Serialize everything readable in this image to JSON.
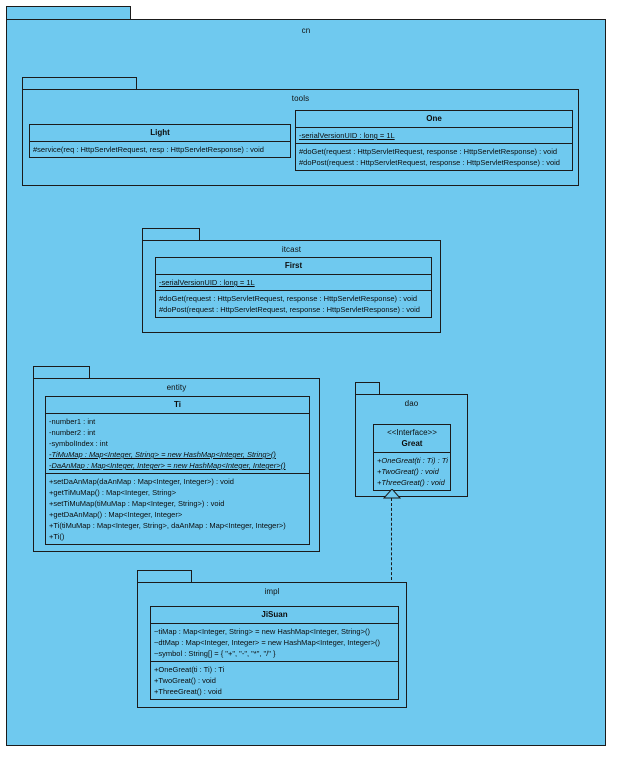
{
  "diagram": {
    "type": "uml-class-diagram",
    "background_color": "#6fc9ef",
    "line_color": "#1b1b1b",
    "page_background": "#ffffff"
  },
  "packages": {
    "cn": {
      "label": "cn"
    },
    "tools": {
      "label": "tools"
    },
    "itcast": {
      "label": "itcast"
    },
    "entity": {
      "label": "entity"
    },
    "dao": {
      "label": "dao"
    },
    "impl": {
      "label": "impl"
    }
  },
  "classes": {
    "light": {
      "name": "Light",
      "attributes": [],
      "operations": [
        "#service(req : HttpServletRequest, resp : HttpServletResponse) : void"
      ]
    },
    "one": {
      "name": "One",
      "attributes": [
        "-serialVersionUID : long = 1L"
      ],
      "operations": [
        "#doGet(request : HttpServletRequest, response : HttpServletResponse) : void",
        "#doPost(request : HttpServletRequest, response : HttpServletResponse) : void"
      ]
    },
    "first": {
      "name": "First",
      "attributes": [
        "-serialVersionUID : long = 1L"
      ],
      "operations": [
        "#doGet(request : HttpServletRequest, response : HttpServletResponse) : void",
        "#doPost(request : HttpServletRequest, response : HttpServletResponse) : void"
      ]
    },
    "ti": {
      "name": "Ti",
      "attributes": [
        "-number1 : int",
        "-number2 : int",
        "-symbolIndex : int",
        "-TiMuMap : Map<Integer, String> = new HashMap<Integer, String>()",
        "-DaAnMap : Map<Integer, Integer> = new HashMap<Integer, Integer>()"
      ],
      "operations": [
        "+setDaAnMap(daAnMap : Map<Integer, Integer>) : void",
        "+getTiMuMap() : Map<Integer, String>",
        "+setTiMuMap(tiMuMap : Map<Integer, String>) : void",
        "+getDaAnMap() : Map<Integer, Integer>",
        "+Ti(tiMuMap : Map<Integer, String>, daAnMap : Map<Integer, Integer>)",
        "+Ti()"
      ]
    },
    "great": {
      "stereotype": "<<Interface>>",
      "name": "Great",
      "attributes": [],
      "operations": [
        "+OneGreat(ti : Ti) : Ti",
        "+TwoGreat() : void",
        "+ThreeGreat() : void"
      ]
    },
    "jisuan": {
      "name": "JiSuan",
      "attributes": [
        "~tiMap : Map<Integer, String> = new HashMap<Integer, String>()",
        "~dtMap : Map<Integer, Integer> = new HashMap<Integer, Integer>()",
        "~symbol : String[] = { \"+\", \"-\", \"*\", \"/\" }"
      ],
      "operations": [
        "+OneGreat(ti : Ti) : Ti",
        "+TwoGreat() : void",
        "+ThreeGreat() : void"
      ]
    }
  },
  "relationships": [
    {
      "name": "realization-jisuan-implements-great",
      "type": "realization",
      "from": "impl.JiSuan",
      "to": "dao.Great",
      "style": "dashed",
      "arrowhead": "hollow-triangle"
    }
  ]
}
